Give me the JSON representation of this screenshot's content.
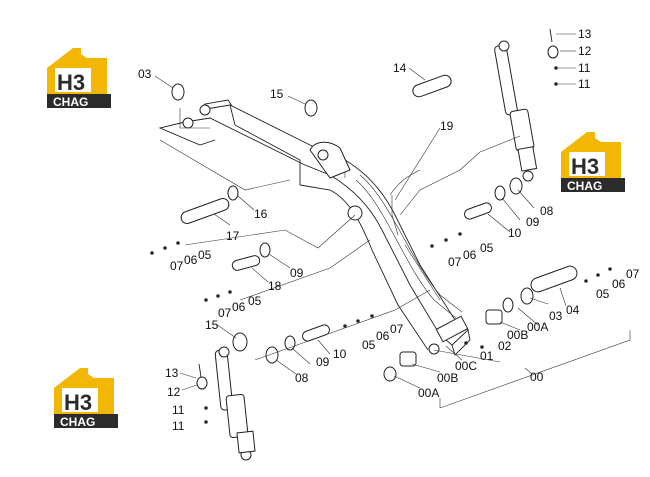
{
  "logo": {
    "mark": "H3",
    "name": "CHAG"
  },
  "labels": {
    "l03a": "03",
    "l14": "14",
    "l15a": "15",
    "l19": "19",
    "l13a": "13",
    "l12a": "12",
    "l11a": "11",
    "l11b": "11",
    "l16": "16",
    "l17": "17",
    "l05a": "05",
    "l06a": "06",
    "l07a": "07",
    "l09a": "09",
    "l18": "18",
    "l05b": "05",
    "l06b": "06",
    "l07b": "07",
    "l08a": "08",
    "l09b": "09",
    "l10a": "10",
    "l05c": "05",
    "l06c": "06",
    "l07c": "07",
    "l15b": "15",
    "l13b": "13",
    "l12b": "12",
    "l11c": "11",
    "l11d": "11",
    "l08b": "08",
    "l09c": "09",
    "l10b": "10",
    "l05d": "05",
    "l06d": "06",
    "l07d": "07",
    "l00A1": "00A",
    "l00B1": "00B",
    "l00C": "00C",
    "l01": "01",
    "l02": "02",
    "l00B2": "00B",
    "l00A2": "00A",
    "l03b": "03",
    "l04": "04",
    "l05e": "05",
    "l06e": "06",
    "l07e": "07",
    "l00": "00"
  },
  "colors": {
    "logo_yellow": "#f2b705",
    "logo_dark": "#2b2b2b",
    "line": "#222222"
  }
}
